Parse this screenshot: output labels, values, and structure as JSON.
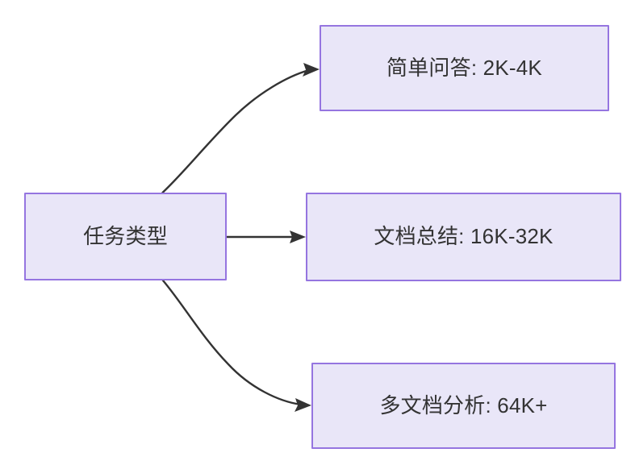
{
  "diagram": {
    "type": "flowchart",
    "direction": "left-to-right",
    "background_color": "#ffffff",
    "node_fill_color": "#e9e6f8",
    "node_border_color": "#9575e0",
    "text_color": "#333333",
    "edge_color": "#333333",
    "source_node": {
      "id": "task-type",
      "label": "任务类型"
    },
    "target_nodes": [
      {
        "id": "simple-qa",
        "label": "简单问答: 2K-4K",
        "category": "简单问答",
        "value": "2K-4K"
      },
      {
        "id": "doc-summary",
        "label": "文档总结: 16K-32K",
        "category": "文档总结",
        "value": "16K-32K"
      },
      {
        "id": "multi-doc-analysis",
        "label": "多文档分析: 64K+",
        "category": "多文档分析",
        "value": "64K+"
      }
    ],
    "edges": [
      {
        "from": "任务类型",
        "to": "简单问答: 2K-4K",
        "style": "curved-arrow"
      },
      {
        "from": "任务类型",
        "to": "文档总结: 16K-32K",
        "style": "straight-arrow"
      },
      {
        "from": "任务类型",
        "to": "多文档分析: 64K+",
        "style": "curved-arrow"
      }
    ]
  }
}
